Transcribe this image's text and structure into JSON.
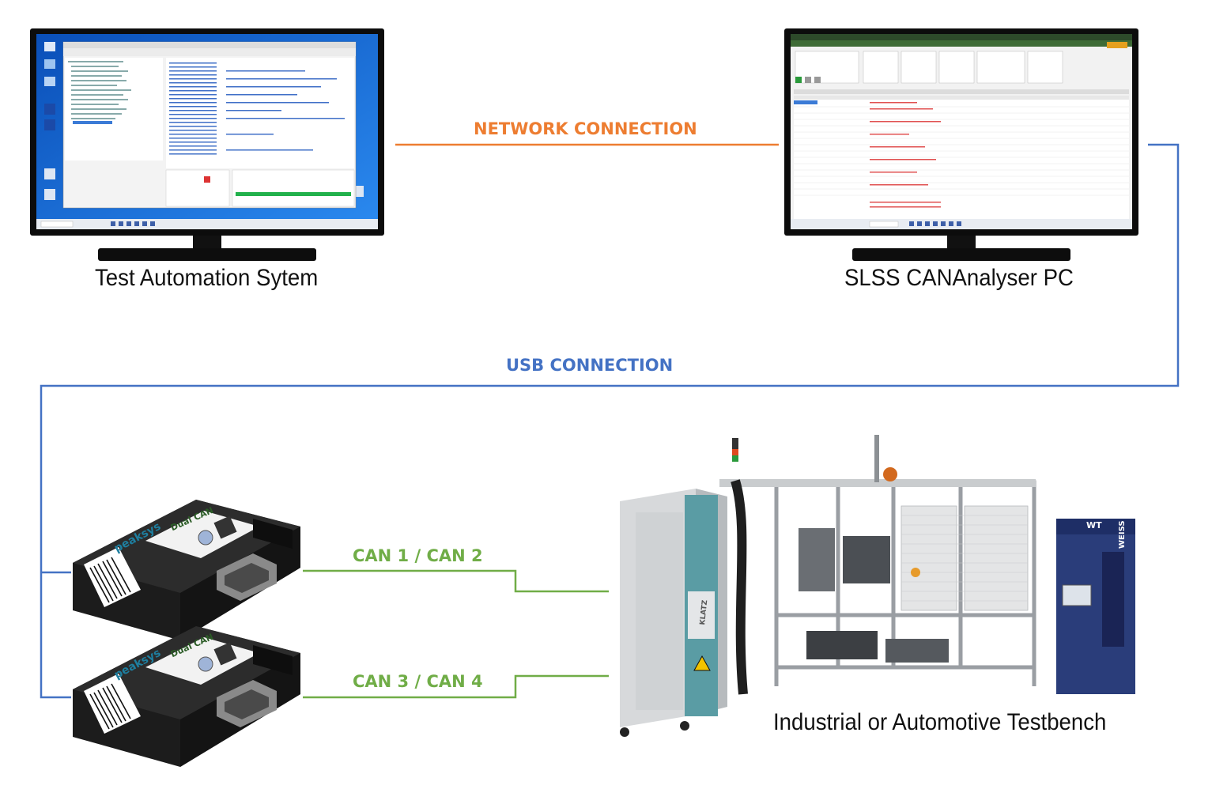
{
  "labels": {
    "network": "NETWORK CONNECTION",
    "usb": "USB CONNECTION",
    "can12": "CAN 1 / CAN 2",
    "can34": "CAN 3 / CAN 4"
  },
  "nodes": {
    "test_automation": "Test Automation Sytem",
    "cananalyser": "SLSS CANAnalyser PC",
    "testbench": "Industrial or Automotive Testbench"
  },
  "device_labels": {
    "brand": "peaksys",
    "model": "Dual CAN",
    "testbench_brand": "KLATZ",
    "chamber_brand": "WEISS",
    "chamber_model": "WT"
  },
  "colors": {
    "network": "#ED7D31",
    "usb": "#4472C4",
    "can": "#70AD47",
    "desktop": "#1e6fd9",
    "device_body": "#1a1a1a"
  },
  "icons": {
    "monitor": "monitor-icon",
    "can_adapter": "can-usb-adapter-icon",
    "testbench": "industrial-testbench-icon"
  }
}
